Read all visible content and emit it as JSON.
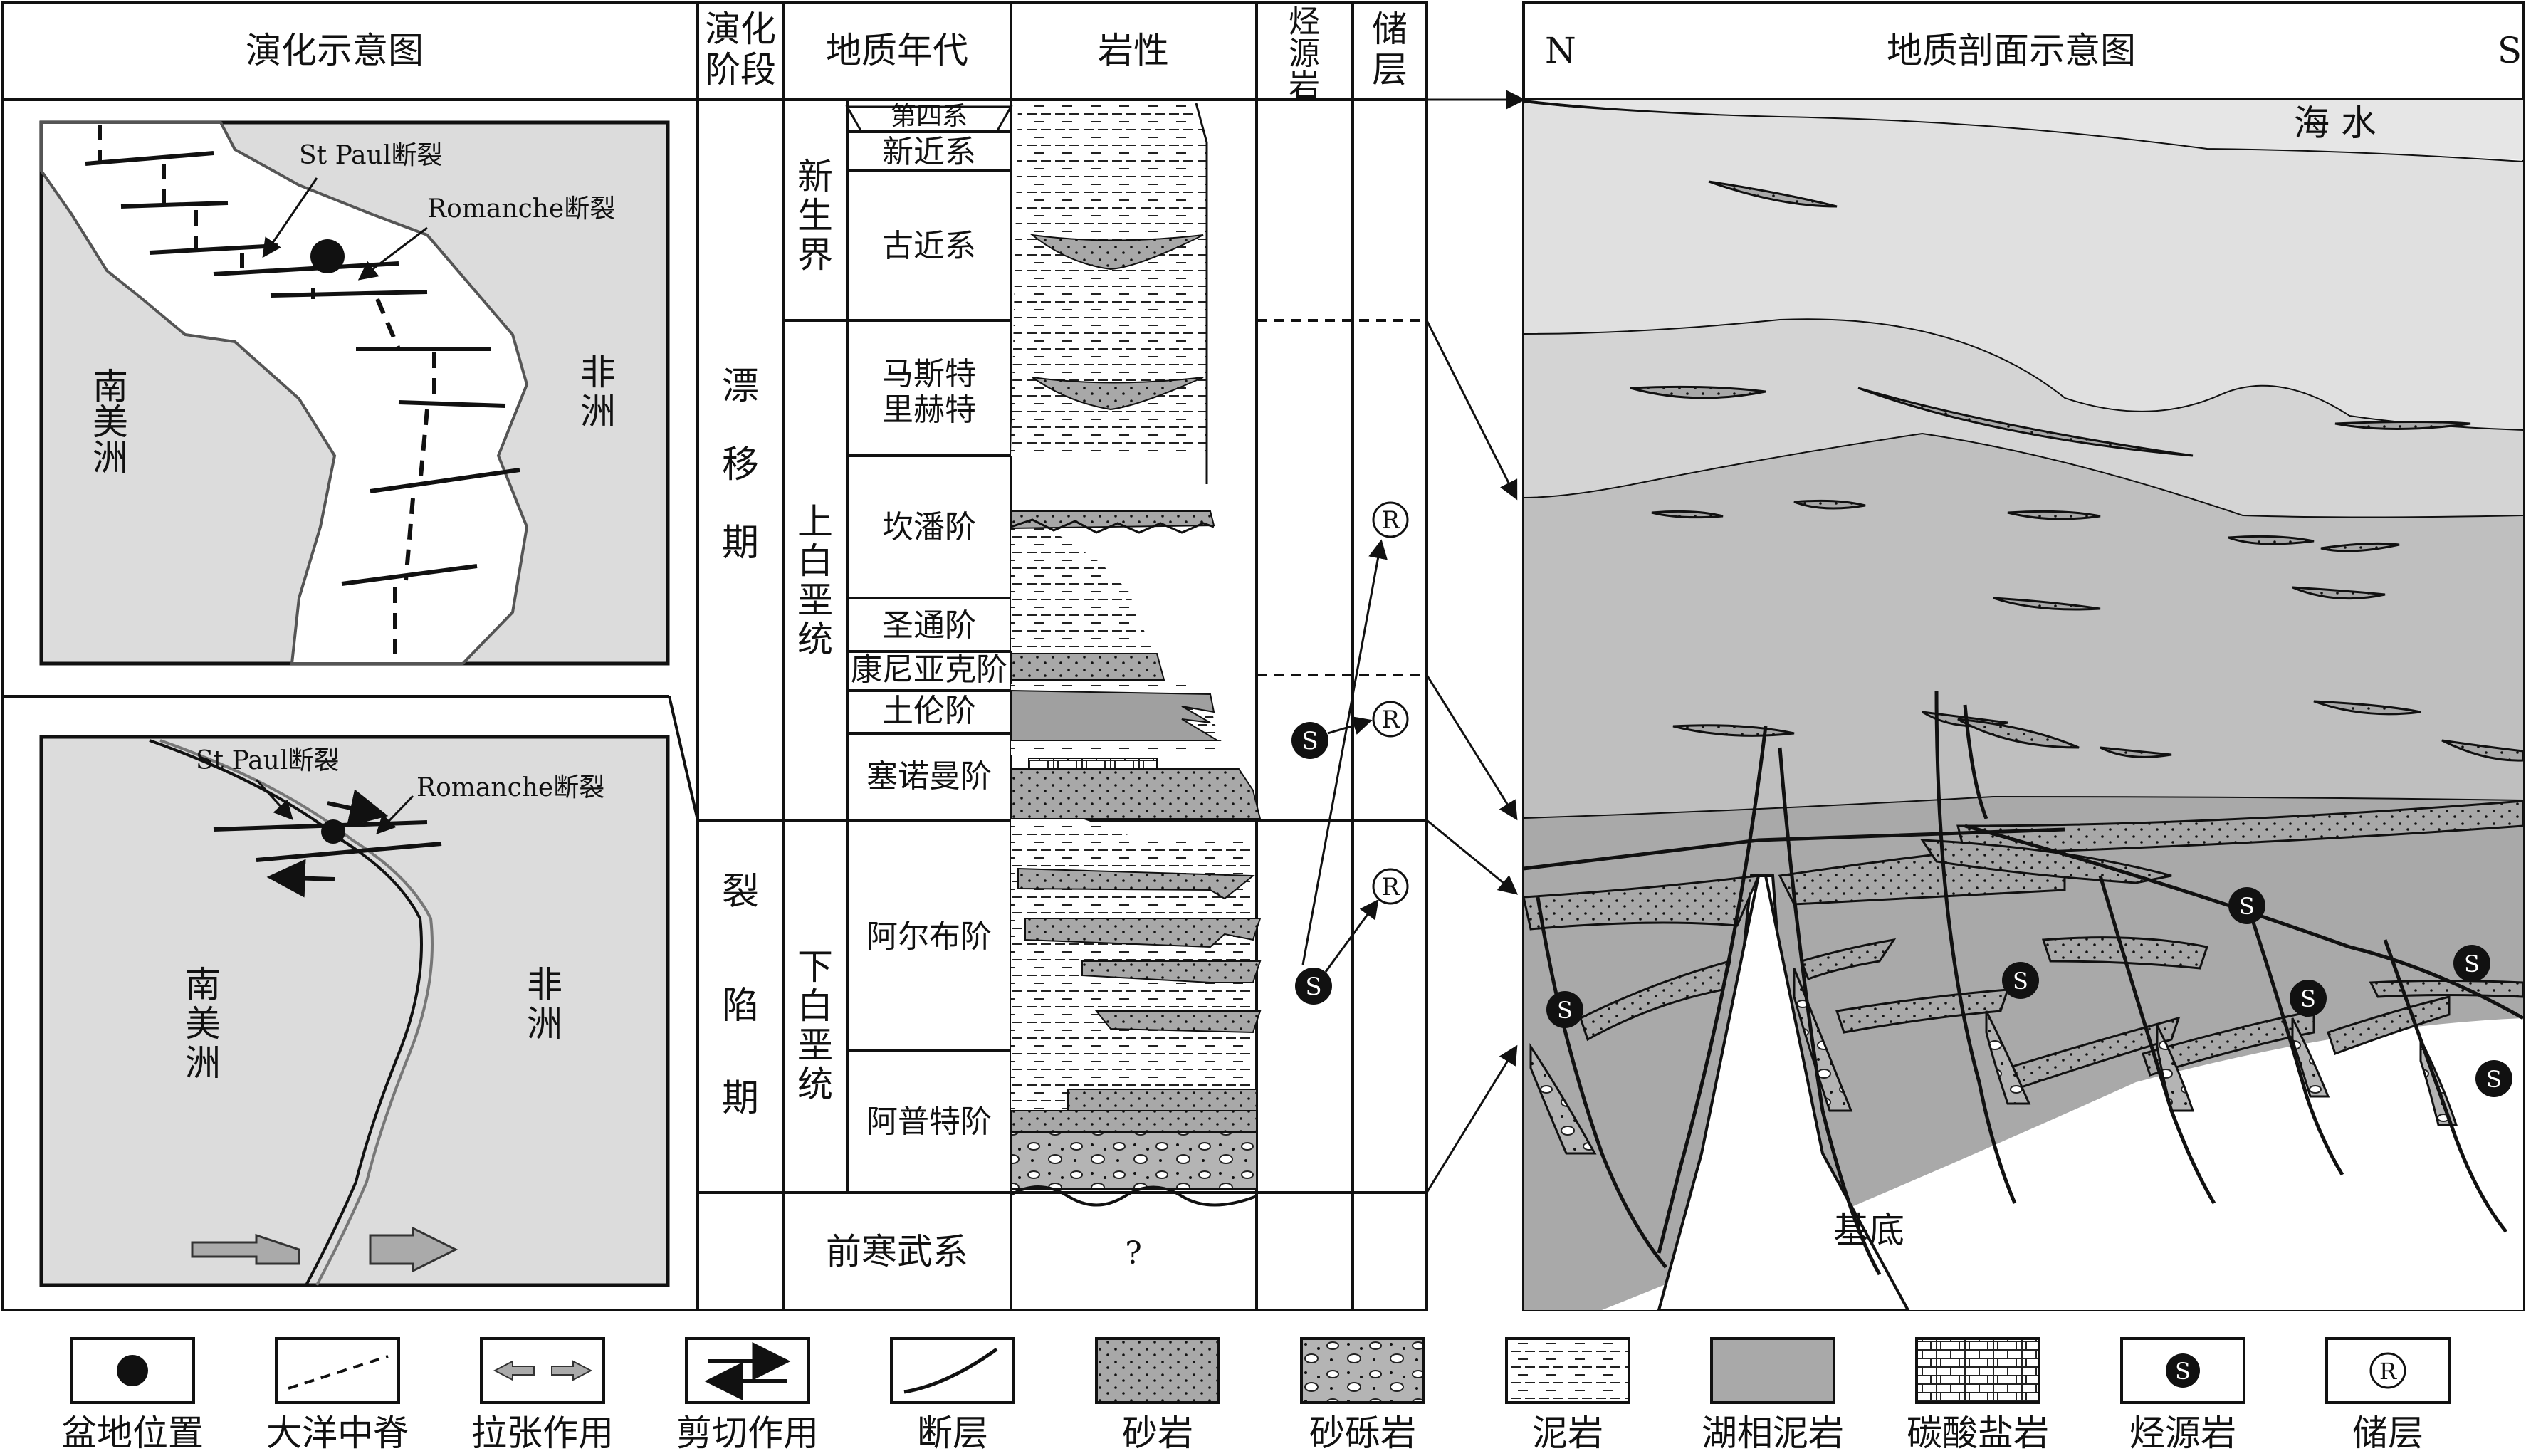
{
  "headers": {
    "evolution_diagram": "演化示意图",
    "stage": [
      "演化",
      "阶段"
    ],
    "geologic_age": "地质年代",
    "lithology": "岩性",
    "source_rock": [
      "烃",
      "源",
      "岩"
    ],
    "reservoir": [
      "储",
      "层"
    ],
    "section_title": "地质剖面示意图",
    "north": "N",
    "south": "S"
  },
  "stages": {
    "drift": [
      "漂",
      "移",
      "期"
    ],
    "rift": [
      "裂",
      "陷",
      "期"
    ]
  },
  "eras": {
    "cenozoic": [
      "新",
      "生",
      "界"
    ],
    "upper_cretaceous": [
      "上",
      "白",
      "垩",
      "统"
    ],
    "lower_cretaceous": [
      "下",
      "白",
      "垩",
      "统"
    ]
  },
  "periods": [
    "第四系",
    "新近系",
    "古近系",
    "马斯特",
    "里赫特",
    "坎潘阶",
    "圣通阶",
    "康尼亚克阶",
    "土伦阶",
    "塞诺曼阶",
    "阿尔布阶",
    "阿普特阶",
    "前寒武系"
  ],
  "lithology_unknown": "?",
  "maps": {
    "south_america": [
      "南",
      "美",
      "洲"
    ],
    "africa": [
      "非",
      "洲"
    ],
    "st_paul": "St Paul断裂",
    "romanche": "Romanche断裂"
  },
  "section": {
    "sea": "海 水",
    "basement": "基底",
    "source_symbol": "S",
    "reservoir_symbol": "R"
  },
  "legend": [
    "盆地位置",
    "大洋中脊",
    "拉张作用",
    "剪切作用",
    "断层",
    "砂岩",
    "砂砾岩",
    "泥岩",
    "湖相泥岩",
    "碳酸盐岩",
    "烃源岩",
    "储层"
  ]
}
